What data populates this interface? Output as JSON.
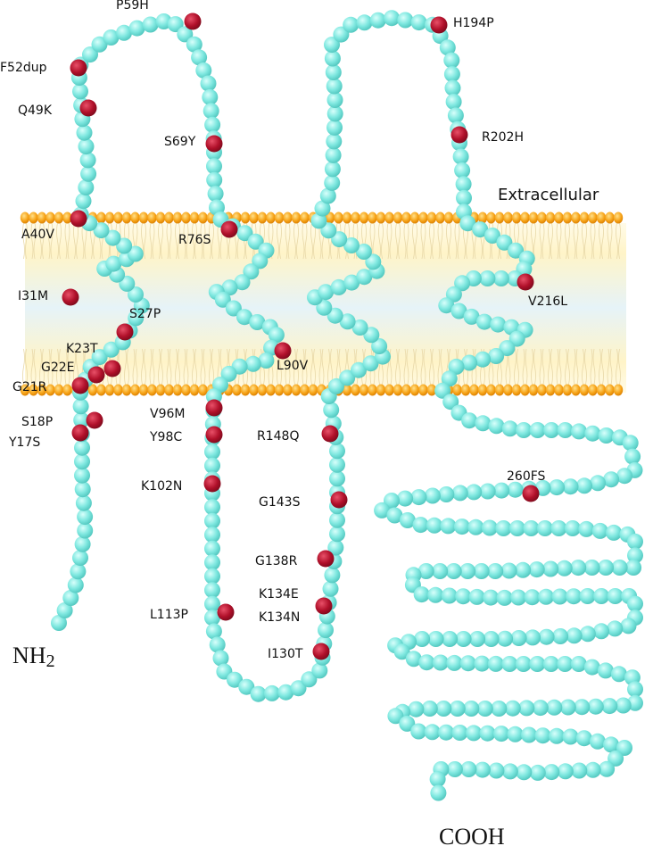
{
  "labels": {
    "extracellular": "Extracellular",
    "n_terminus": "NH",
    "n_terminus_sub": "2",
    "c_terminus": "COOH"
  },
  "mutations": [
    "P59H",
    "F52dup",
    "Q49K",
    "S69Y",
    "A40V",
    "R76S",
    "I31M",
    "S27P",
    "K23T",
    "G22E",
    "G21R",
    "S18P",
    "Y17S",
    "V96M",
    "Y98C",
    "K102N",
    "L113P",
    "L90V",
    "R148Q",
    "G143S",
    "G138R",
    "K134E",
    "K134N",
    "I130T",
    "H194P",
    "R202H",
    "V216L",
    "260FS"
  ],
  "colors": {
    "residue": "#7fe8e0",
    "residue_edge": "#45bdb6",
    "mutation": "#b0102a",
    "lipid_head": "#f7a418",
    "band_mid": "#dff0f6",
    "band_edge": "#fff3c0"
  }
}
